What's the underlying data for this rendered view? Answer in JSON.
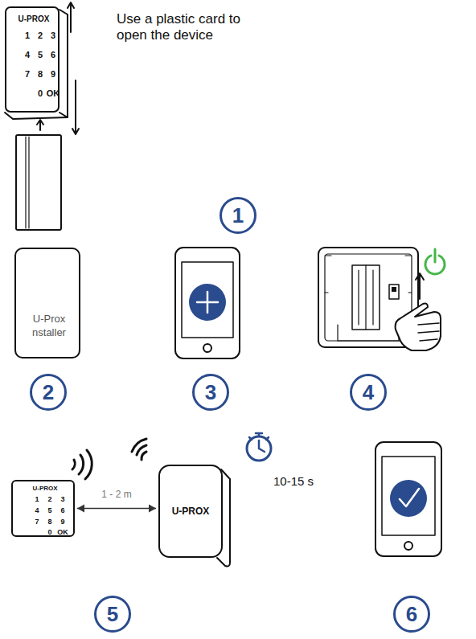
{
  "diagram": {
    "nodes": [
      {
        "text": [
          "U-PROX",
          "1",
          "2",
          "3",
          "4",
          "5",
          "6",
          "7",
          "8",
          "9",
          "0",
          "OK"
        ]
      },
      {
        "text": [
          "1"
        ]
      },
      {
        "text": [
          "U-Prox",
          "nstaller"
        ]
      },
      {
        "text": [
          "2"
        ]
      },
      {
        "text": [
          "3"
        ]
      },
      {
        "text": [
          "4"
        ]
      },
      {
        "text": [
          "U-PROX",
          "1",
          "2",
          "3",
          "4",
          "5",
          "6",
          "7",
          "8",
          "9",
          "0",
          "OK"
        ]
      },
      {
        "text": [
          "U-PROX"
        ]
      },
      {
        "text": [
          "5"
        ]
      },
      {
        "text": [
          "6"
        ]
      }
    ],
    "edges": [
      {
        "from": 6,
        "to": 7,
        "arrow": "both",
        "label": "1 - 2 m"
      }
    ],
    "labels": [
      "Use a plastic card to open the device",
      "10-15 s"
    ]
  }
}
